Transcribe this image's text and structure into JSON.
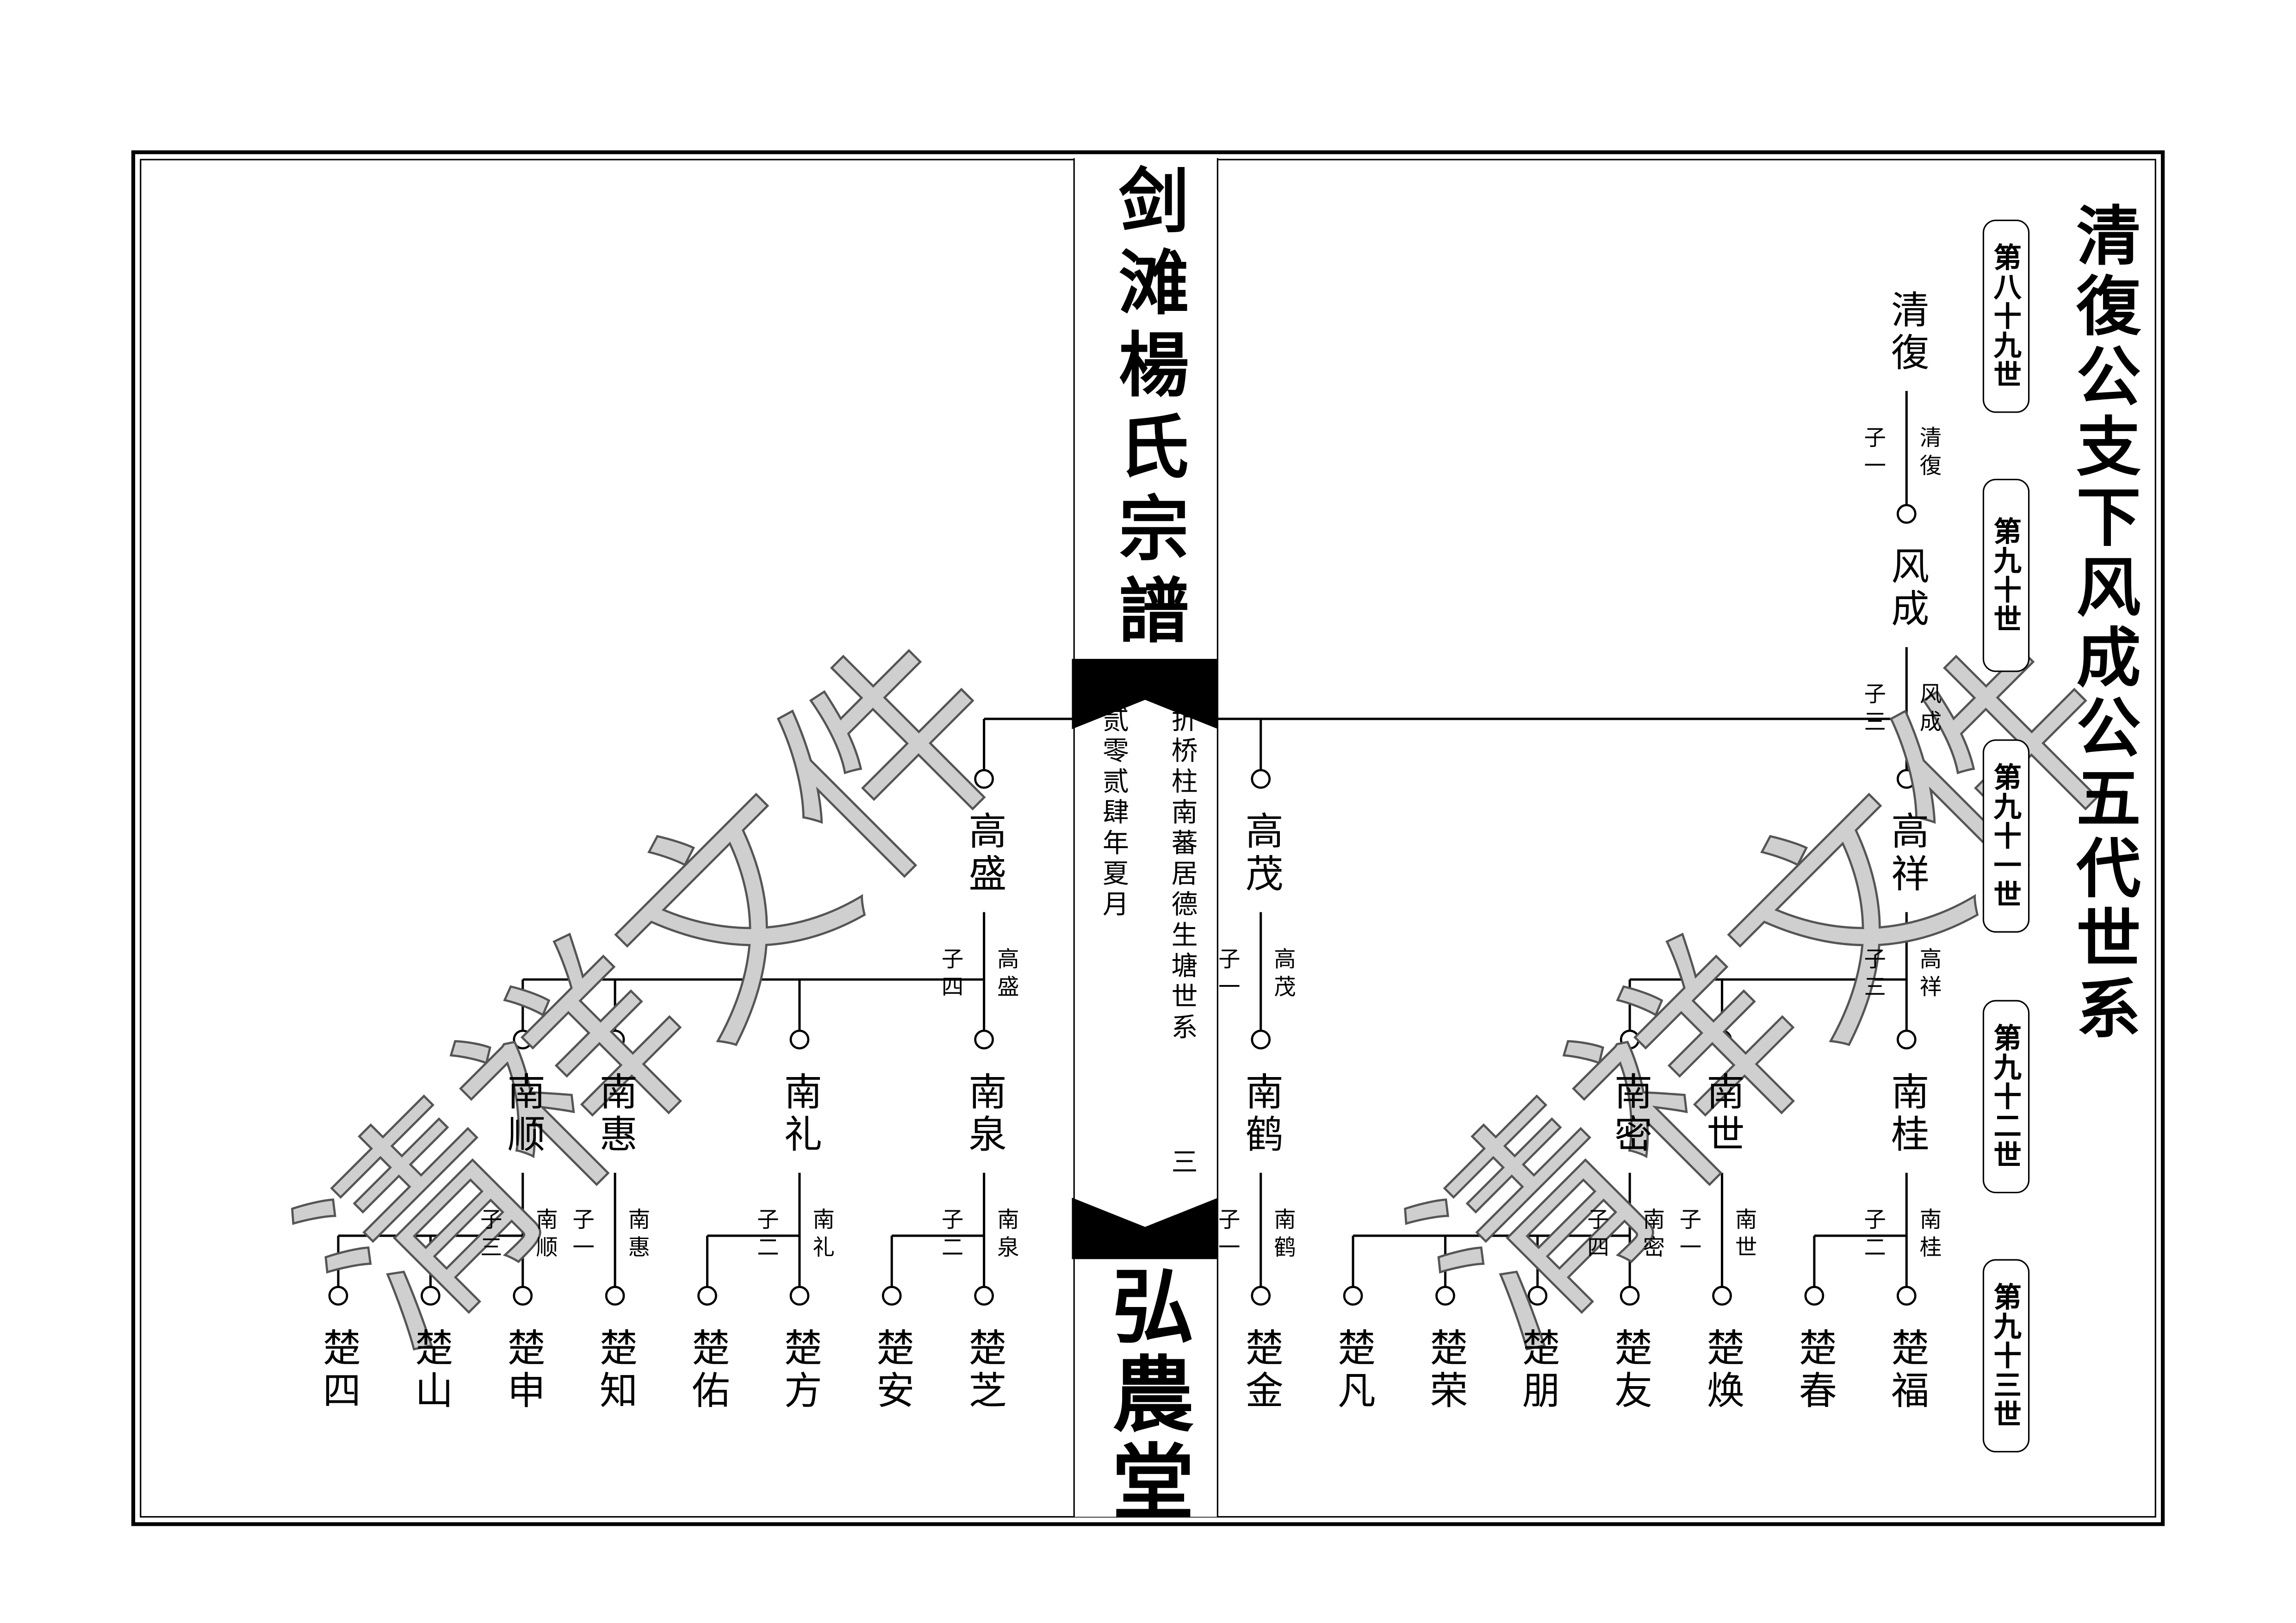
{
  "title": "清復公支下风成公五代世系",
  "book_name": "剑滩楊氏宗譜",
  "hall_name": "弘農堂",
  "branch_title": "折桥柱南蕃居德生塘世系",
  "date": "贰零贰肆年夏月",
  "page_number": "三",
  "watermark": "清祥文件",
  "generations": [
    "第八十九世",
    "第九十世",
    "第九十一世",
    "第九十二世",
    "第九十三世"
  ],
  "tree": {
    "name": "清復",
    "children_label": "子一",
    "children": [
      {
        "name": "风成",
        "children_label": "子三",
        "children": [
          {
            "name": "高祥",
            "children_label": "子三",
            "children": [
              {
                "name": "南桂",
                "children_label": "子二",
                "children": [
                  {
                    "name": "楚福"
                  },
                  {
                    "name": "楚春"
                  }
                ]
              },
              {
                "name": "南世",
                "children_label": "子一",
                "children": [
                  {
                    "name": "楚焕"
                  }
                ]
              },
              {
                "name": "南密",
                "children_label": "子四",
                "children": [
                  {
                    "name": "楚友"
                  },
                  {
                    "name": "楚朋"
                  },
                  {
                    "name": "楚荣"
                  },
                  {
                    "name": "楚凡"
                  }
                ]
              }
            ]
          },
          {
            "name": "高茂",
            "children_label": "子一",
            "children": [
              {
                "name": "南鹤",
                "children_label": "子一",
                "children": [
                  {
                    "name": "楚金"
                  }
                ]
              }
            ]
          },
          {
            "name": "高盛",
            "children_label": "子四",
            "children": [
              {
                "name": "南泉",
                "children_label": "子二",
                "children": [
                  {
                    "name": "楚芝"
                  },
                  {
                    "name": "楚安"
                  }
                ]
              },
              {
                "name": "南礼",
                "children_label": "子二",
                "children": [
                  {
                    "name": "楚方"
                  },
                  {
                    "name": "楚佑"
                  }
                ]
              },
              {
                "name": "南惠",
                "children_label": "子一",
                "children": [
                  {
                    "name": "楚知"
                  }
                ]
              },
              {
                "name": "南顺",
                "children_label": "子三",
                "children": [
                  {
                    "name": "楚申"
                  },
                  {
                    "name": "楚山"
                  },
                  {
                    "name": "楚四"
                  }
                ]
              }
            ]
          }
        ]
      }
    ]
  }
}
